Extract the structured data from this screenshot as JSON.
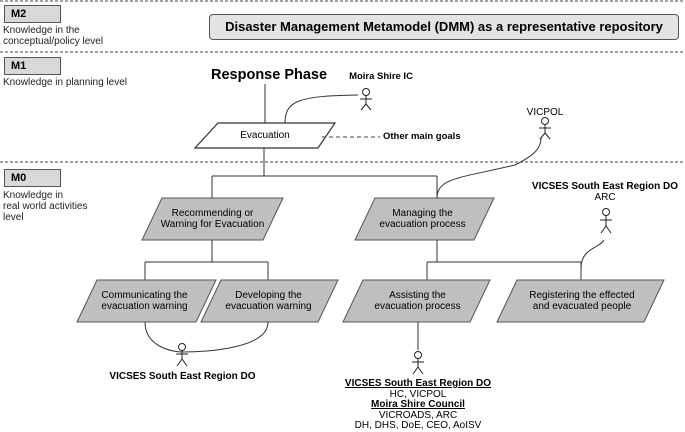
{
  "title": "Disaster Management Metamodel (DMM) as a representative repository",
  "levels": [
    {
      "code": "M2",
      "description": "Knowledge in the conceptual/policy level",
      "line1": "Knowledge in the",
      "line2": "conceptual/policy level",
      "line3": ""
    },
    {
      "code": "M1",
      "description": "Knowledge in planning level",
      "line1": "Knowledge in planning level",
      "line2": "",
      "line3": ""
    },
    {
      "code": "M0",
      "description": "Knowledge in real world activities level",
      "line1": "Knowledge in",
      "line2": "real world activities",
      "line3": "level"
    }
  ],
  "phase_title": "Response Phase",
  "actors": {
    "moira_ic": "Moira Shire IC",
    "vicpol": "VICPOL",
    "vicses_arc_line1": "VICSES South East Region DO",
    "vicses_arc_line2": "ARC",
    "vicses_comm": "VICSES South East Region DO",
    "assist_line1": "VICSES South East Region DO",
    "assist_line2": "HC, VICPOL",
    "assist_line3": "Moira Shire Council",
    "assist_line4": "VICROADS, ARC",
    "assist_line5": "DH, DHS, DoE, CEO, AoISV"
  },
  "goals": {
    "evacuation": "Evacuation",
    "other": "Other main goals"
  },
  "tasks": {
    "recommending_l1": "Recommending or",
    "recommending_l2": "Warning for Evacuation",
    "managing_l1": "Managing the",
    "managing_l2": "evacuation process",
    "communicating_l1": "Communicating the",
    "communicating_l2": "evacuation warning",
    "developing_l1": "Developing the",
    "developing_l2": "evacuation warning",
    "assisting_l1": "Assisting the",
    "assisting_l2": "evacuation process",
    "registering_l1": "Registering the effected",
    "registering_l2": "and evacuated people"
  }
}
